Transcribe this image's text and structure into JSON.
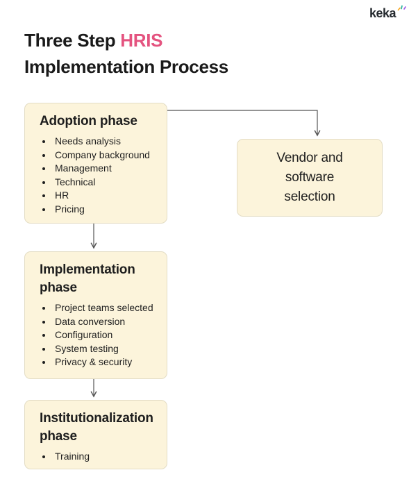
{
  "brand": {
    "logo_text": "keka",
    "sparkle_colors": [
      "#f7a823",
      "#2bb5a0",
      "#a05ce6"
    ]
  },
  "title": {
    "prefix": "Three Step ",
    "highlight": "HRIS",
    "line2": "Implementation Process",
    "highlight_color": "#e4537f"
  },
  "colors": {
    "box_fill": "#fcf4db",
    "box_border": "#e3dcc4",
    "arrow": "#555555",
    "text": "#1e1e1e"
  },
  "diagram": {
    "phases": [
      {
        "title": "Adoption phase",
        "bullets": [
          "Needs analysis",
          "Company background",
          "Management",
          "Technical",
          "HR",
          "Pricing"
        ]
      },
      {
        "title": "Implementation phase",
        "bullets": [
          "Project teams selected",
          "Data conversion",
          "Configuration",
          "System testing",
          "Privacy & security"
        ]
      },
      {
        "title": "Institutionalization phase",
        "bullets": [
          "Training"
        ]
      }
    ],
    "vendor_box": {
      "lines": [
        "Vendor and",
        "software",
        "selection"
      ]
    }
  }
}
